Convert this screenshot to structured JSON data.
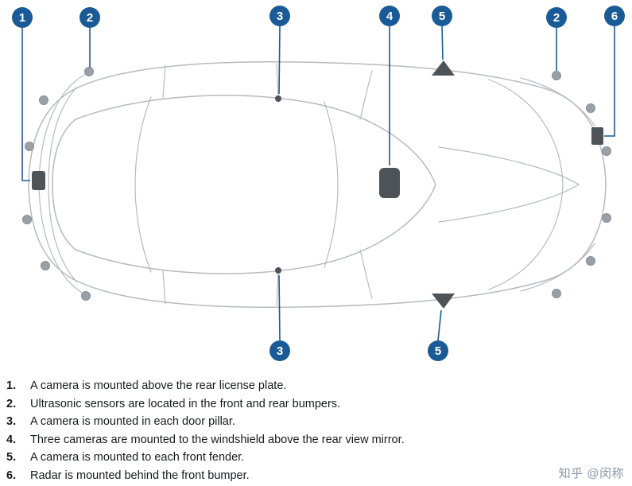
{
  "diagram": {
    "badge_color": "#1a5a96",
    "car_outline_color": "#b6bac0",
    "sensor_color": "#9aa0a7",
    "marker_color": "#4e5358",
    "badges": [
      {
        "label": "1"
      },
      {
        "label": "2"
      },
      {
        "label": "3"
      },
      {
        "label": "4"
      },
      {
        "label": "5"
      },
      {
        "label": "2"
      },
      {
        "label": "6"
      },
      {
        "label": "3"
      },
      {
        "label": "5"
      }
    ]
  },
  "legend": {
    "items": [
      {
        "number": "1.",
        "text": "A camera is mounted above the rear license plate."
      },
      {
        "number": "2.",
        "text": "Ultrasonic sensors are located in the front and rear bumpers."
      },
      {
        "number": "3.",
        "text": "A camera is mounted in each door pillar."
      },
      {
        "number": "4.",
        "text": "Three cameras are mounted to the windshield above the rear view mirror."
      },
      {
        "number": "5.",
        "text": "A camera is mounted to each front fender."
      },
      {
        "number": "6.",
        "text": "Radar is mounted behind the front bumper."
      }
    ]
  },
  "watermark": {
    "text": "知乎 @闵称"
  }
}
